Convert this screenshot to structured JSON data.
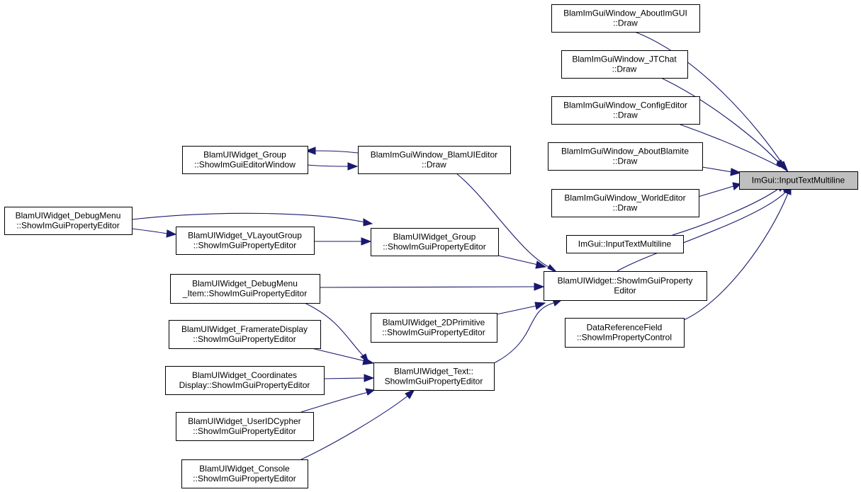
{
  "diagram": {
    "nodes": [
      {
        "id": "about_imgui",
        "lines": [
          "BlamImGuiWindow_AboutImGUI",
          "::Draw"
        ]
      },
      {
        "id": "jtchat",
        "lines": [
          "BlamImGuiWindow_JTChat",
          "::Draw"
        ]
      },
      {
        "id": "config_editor",
        "lines": [
          "BlamImGuiWindow_ConfigEditor",
          "::Draw"
        ]
      },
      {
        "id": "about_blamite",
        "lines": [
          "BlamImGuiWindow_AboutBlamite",
          "::Draw"
        ]
      },
      {
        "id": "world_editor",
        "lines": [
          "BlamImGuiWindow_WorldEditor",
          "::Draw"
        ]
      },
      {
        "id": "input_text_multiline_overload",
        "lines": [
          "ImGui::InputTextMultiline"
        ]
      },
      {
        "id": "input_text_multiline",
        "lines": [
          "ImGui::InputTextMultiline"
        ],
        "highlight": true
      },
      {
        "id": "group_editor_window",
        "lines": [
          "BlamUIWidget_Group",
          "::ShowImGuiEditorWindow"
        ]
      },
      {
        "id": "blam_ui_editor",
        "lines": [
          "BlamImGuiWindow_BlamUIEditor",
          "::Draw"
        ]
      },
      {
        "id": "debug_menu",
        "lines": [
          "BlamUIWidget_DebugMenu",
          "::ShowImGuiPropertyEditor"
        ]
      },
      {
        "id": "vlayout_group",
        "lines": [
          "BlamUIWidget_VLayoutGroup",
          "::ShowImGuiPropertyEditor"
        ]
      },
      {
        "id": "group_prop",
        "lines": [
          "BlamUIWidget_Group",
          "::ShowImGuiPropertyEditor"
        ]
      },
      {
        "id": "widget_prop",
        "lines": [
          "BlamUIWidget::ShowImGuiProperty",
          "Editor"
        ]
      },
      {
        "id": "debug_menu_item",
        "lines": [
          "BlamUIWidget_DebugMenu",
          "_Item::ShowImGuiPropertyEditor"
        ]
      },
      {
        "id": "prim2d",
        "lines": [
          "BlamUIWidget_2DPrimitive",
          "::ShowImGuiPropertyEditor"
        ]
      },
      {
        "id": "data_ref_field",
        "lines": [
          "DataReferenceField",
          "::ShowImPropertyControl"
        ]
      },
      {
        "id": "framerate",
        "lines": [
          "BlamUIWidget_FramerateDisplay",
          "::ShowImGuiPropertyEditor"
        ]
      },
      {
        "id": "text_prop",
        "lines": [
          "BlamUIWidget_Text::",
          "ShowImGuiPropertyEditor"
        ]
      },
      {
        "id": "coords",
        "lines": [
          "BlamUIWidget_Coordinates",
          "Display::ShowImGuiPropertyEditor"
        ]
      },
      {
        "id": "userid",
        "lines": [
          "BlamUIWidget_UserIDCypher",
          "::ShowImGuiPropertyEditor"
        ]
      },
      {
        "id": "console",
        "lines": [
          "BlamUIWidget_Console",
          "::ShowImGuiPropertyEditor"
        ]
      }
    ]
  }
}
